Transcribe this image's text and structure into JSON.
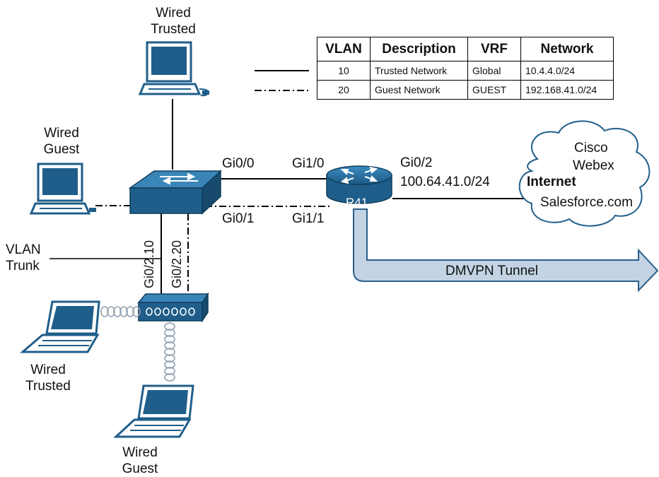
{
  "devices": {
    "pc_top": {
      "line1": "Wired",
      "line2": "Trusted"
    },
    "pc_left": {
      "line1": "Wired",
      "line2": "Guest"
    },
    "laptop_left": {
      "line1": "Wired",
      "line2": "Trusted"
    },
    "laptop_bottom": {
      "line1": "Wired",
      "line2": "Guest"
    },
    "router": {
      "name": "R41"
    }
  },
  "interfaces": {
    "switch_gi00": "Gi0/0",
    "switch_gi01": "Gi0/1",
    "router_gi10": "Gi1/0",
    "router_gi11": "Gi1/1",
    "router_gi02": "Gi0/2",
    "subnet_wan": "100.64.41.0/24",
    "sub_210": "Gi0/2.10",
    "sub_220": "Gi0/2.20"
  },
  "trunk_label": {
    "line1": "VLAN",
    "line2": "Trunk"
  },
  "tunnel_label": "DMVPN Tunnel",
  "cloud": {
    "title": "Internet",
    "line1": "Cisco",
    "line2": "Webex",
    "line3": "Salesforce.com"
  },
  "vlan_table": {
    "headers": [
      "VLAN",
      "Description",
      "VRF",
      "Network"
    ],
    "rows": [
      [
        "10",
        "Trusted Network",
        "Global",
        "10.4.4.0/24"
      ],
      [
        "20",
        "Guest Network",
        "GUEST",
        "192.168.41.0/24"
      ]
    ]
  },
  "colors": {
    "device": "#1f5e8a",
    "device_light": "#3a85b8",
    "tunnel": "#c3d3e3",
    "tunnel_edge": "#2a5d8a"
  }
}
